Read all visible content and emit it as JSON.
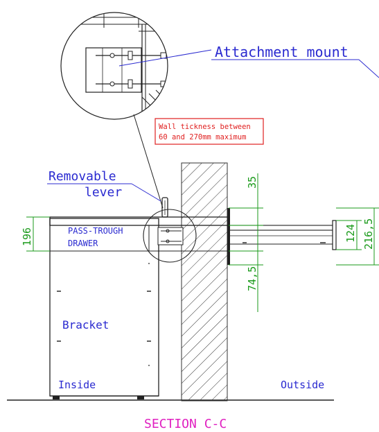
{
  "labels": {
    "attachment_mount": "Attachment mount",
    "wall_thickness_line1": "Wall tickness between",
    "wall_thickness_line2": "60 and 270mm maximum",
    "removable_lever_line1": "Removable",
    "removable_lever_line2": "lever",
    "drawer_line1": "PASS-TROUGH",
    "drawer_line2": "DRAWER",
    "bracket": "Bracket",
    "inside": "Inside",
    "outside": "Outside",
    "section": "SECTION C-C"
  },
  "dimensions": {
    "drawer_height": "196",
    "top_gap": "35",
    "bottom_gap": "74,5",
    "rail_height": "124",
    "total_height": "216,5"
  },
  "colors": {
    "drawing": "#202020",
    "annotation_blue": "#2a2ad0",
    "dimension_green": "#1a9a1a",
    "note_red": "#e02020",
    "section_magenta": "#e020c0"
  }
}
